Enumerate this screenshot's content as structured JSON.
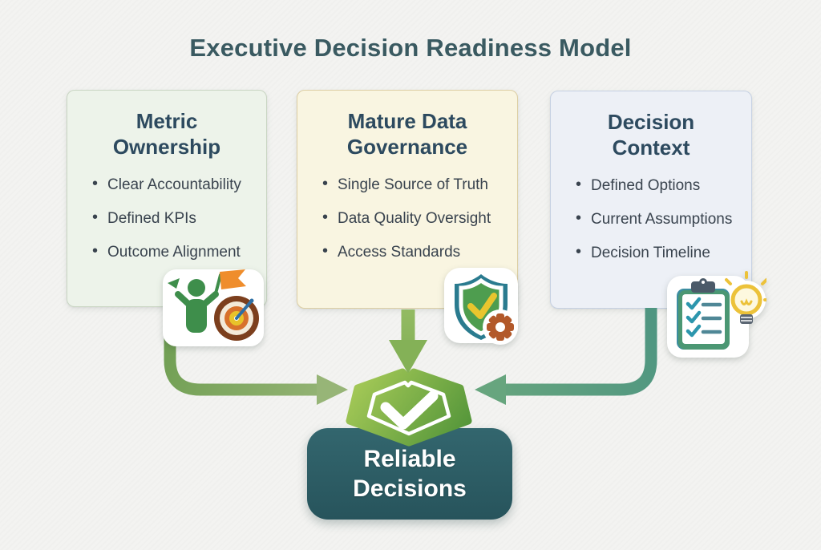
{
  "title": "Executive Decision Readiness Model",
  "cards": [
    {
      "title": "Metric Ownership",
      "title_lines": [
        "Metric",
        "Ownership"
      ],
      "bullets": [
        "Clear Accountability",
        "Defined KPIs",
        "Outcome Alignment"
      ],
      "icon": "person-with-flag-and-target-icon",
      "bg": "#edf3ea",
      "border": "#c9d6c3"
    },
    {
      "title": "Mature Data Governance",
      "title_lines": [
        "Mature Data",
        "Governance"
      ],
      "bullets": [
        "Single Source of Truth",
        "Data Quality Oversight",
        "Access Standards"
      ],
      "icon": "shield-check-with-gear-icon",
      "bg": "#f9f5e1",
      "border": "#ddcfa4"
    },
    {
      "title": "Decision Context",
      "title_lines": [
        "Decision",
        "Context"
      ],
      "bullets": [
        "Defined Options",
        "Current Assumptions",
        "Decision Timeline"
      ],
      "icon": "clipboard-checklist-with-lightbulb-icon",
      "bg": "#edf0f6",
      "border": "#c6d1e3"
    }
  ],
  "connectors": [
    {
      "from": "Metric Ownership",
      "to": "Reliable Decisions"
    },
    {
      "from": "Mature Data Governance",
      "to": "Reliable Decisions"
    },
    {
      "from": "Decision Context",
      "to": "Reliable Decisions"
    }
  ],
  "outcome": {
    "label": "Reliable Decisions",
    "lines": [
      "Reliable",
      "Decisions"
    ],
    "icon": "checkmark-shield-icon"
  },
  "theme": {
    "bg": "#f3f3f1",
    "title-color": "#3a5a61",
    "card-title": "#2d4a5f",
    "body-text": "#39434e",
    "card1-bg": "#edf3ea",
    "card1-border": "#c9d6c3",
    "card2-bg": "#f9f5e1",
    "card2-border": "#ddcfa4",
    "card3-bg": "#edf0f6",
    "card3-border": "#c6d1e3",
    "arrow-green-start": "#6f9e52",
    "arrow-green-end": "#97b577",
    "arrow-lime": "#8ab55e",
    "arrow-teal-start": "#4f9681",
    "arrow-teal-end": "#67a57e",
    "shield-light": "#a5c957",
    "shield-dark": "#4e9238",
    "box-top": "#33666e",
    "box-bottom": "#27545c"
  }
}
